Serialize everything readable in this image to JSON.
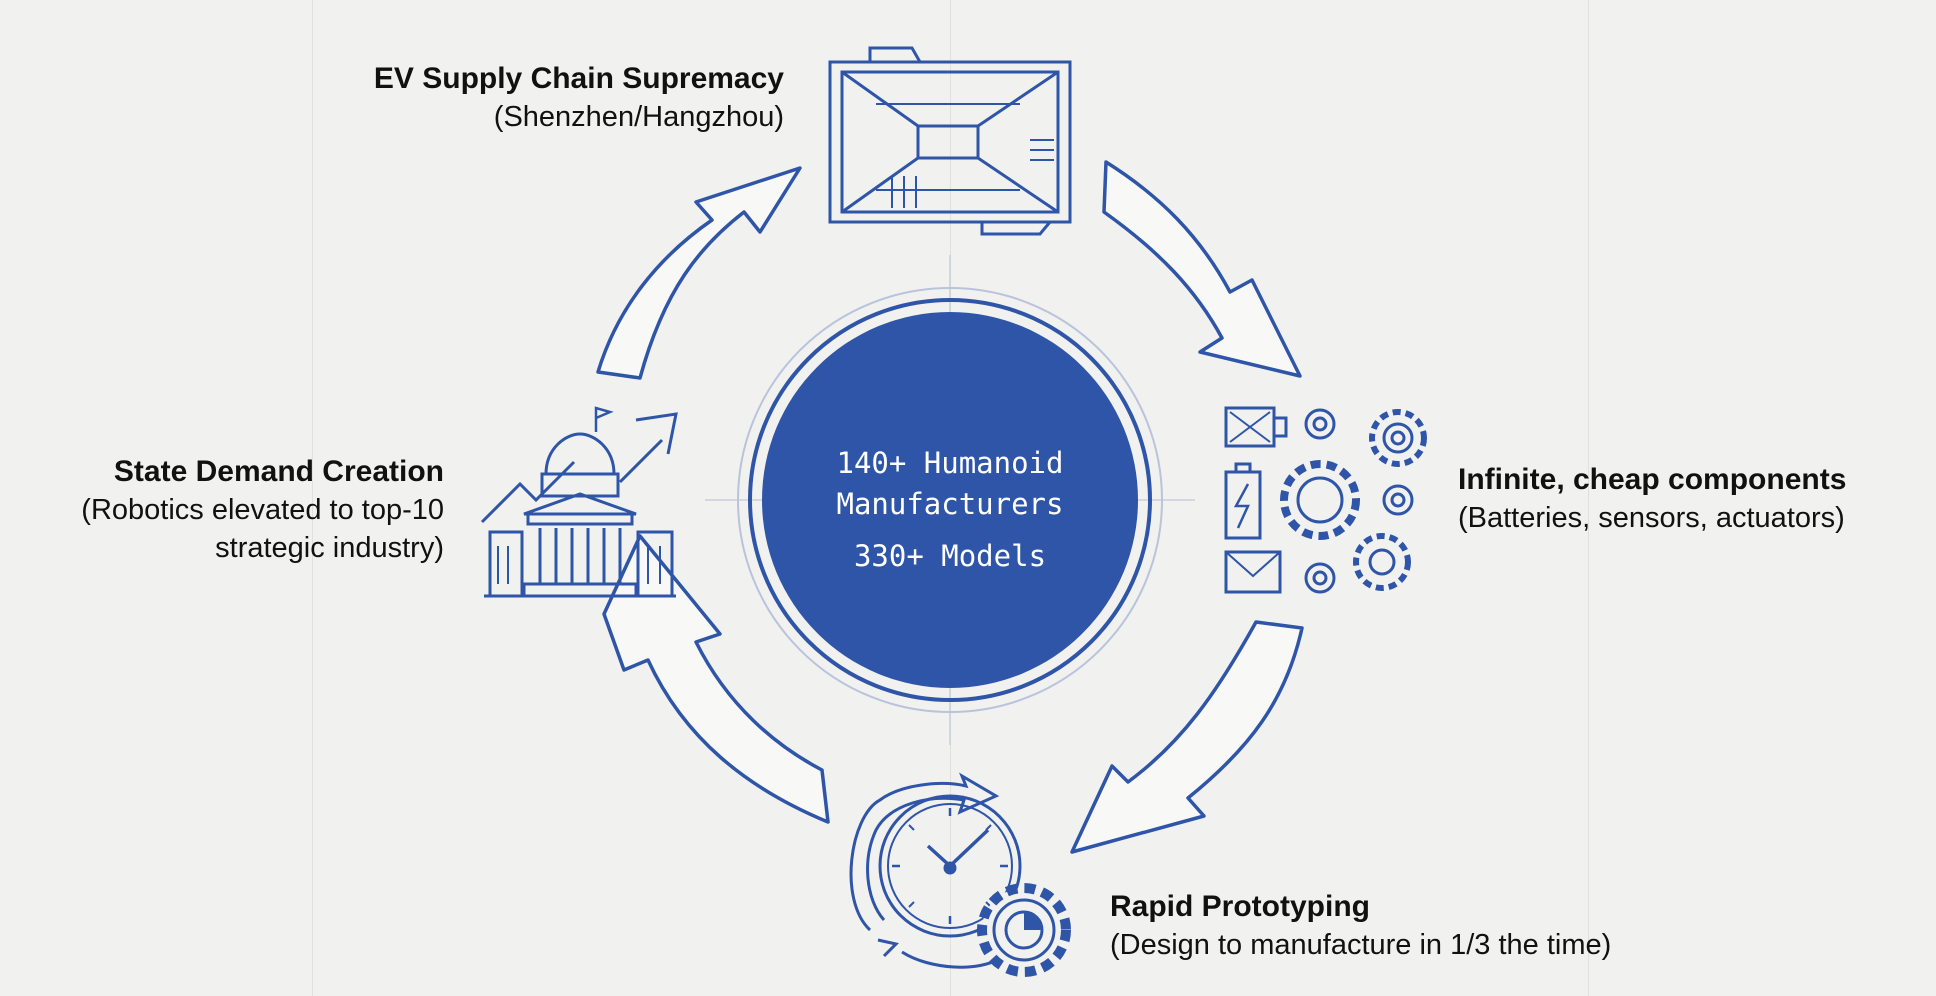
{
  "center": {
    "line1": "140+ Humanoid",
    "line2": "Manufacturers",
    "line3": "330+ Models"
  },
  "nodes": {
    "ev_supply": {
      "title": "EV Supply Chain Supremacy",
      "subtitle": "(Shenzhen/Hangzhou)",
      "icon": "factory-blueprint-icon"
    },
    "components": {
      "title": "Infinite, cheap components",
      "subtitle": "(Batteries, sensors, actuators)",
      "icon": "components-gears-icon"
    },
    "prototyping": {
      "title": "Rapid Prototyping",
      "subtitle": "(Design to manufacture in 1/3 the time)",
      "icon": "clock-gear-icon"
    },
    "state_demand": {
      "title": "State Demand Creation",
      "subtitle_line1": "(Robotics elevated to top-10",
      "subtitle_line2": "strategic industry)",
      "icon": "capitol-growth-icon"
    }
  },
  "colors": {
    "accent": "#2f55a8",
    "center_fill": "#2f55a8",
    "background": "#f1f1ef"
  }
}
